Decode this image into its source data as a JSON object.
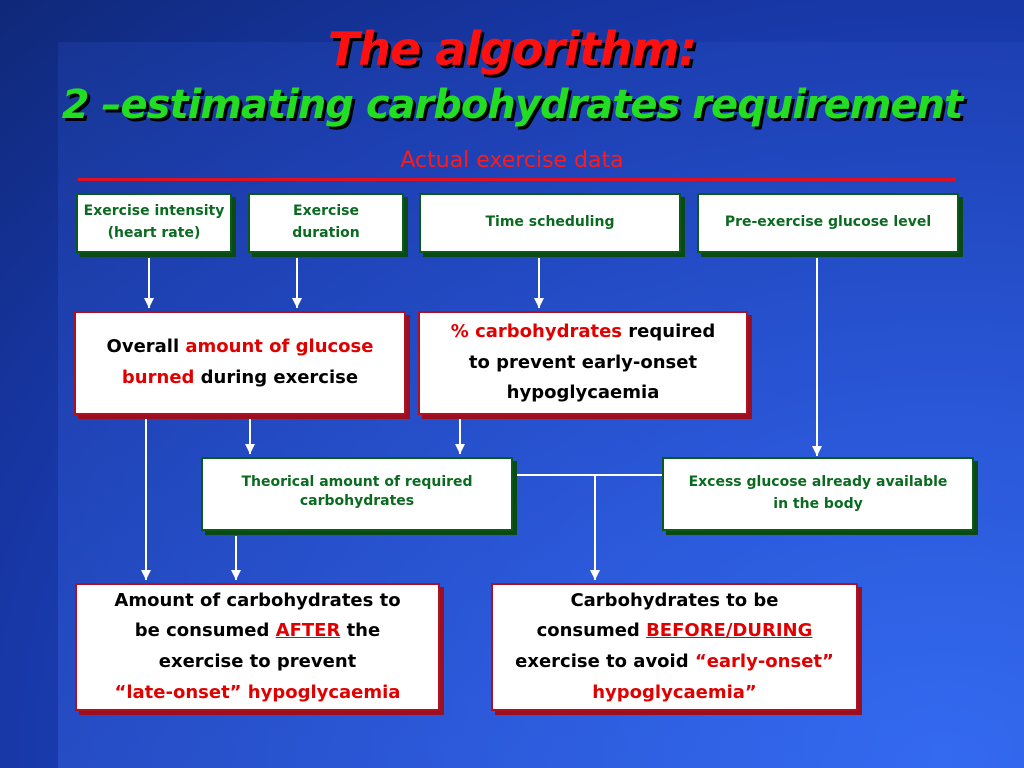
{
  "title": {
    "line1": "The algorithm:",
    "line2": "2 –estimating carbohydrates requirement"
  },
  "subtitle": "Actual exercise data",
  "inputs": {
    "intensity": {
      "line1": "Exercise intensity",
      "line2": "(heart rate)"
    },
    "duration": {
      "line1": "Exercise",
      "line2": "duration"
    },
    "time": "Time scheduling",
    "glucose_level": "Pre-exercise glucose level"
  },
  "overall": {
    "pre": "Overall ",
    "hl1": "amount of glucose",
    "hl2": "burned",
    "post": " during exercise"
  },
  "percent": {
    "hl": "% carbohydrates",
    "post1": " required",
    "line2": "to prevent early-onset",
    "line3": "hypoglycaemia"
  },
  "theoric": {
    "line1": "Theorical amount of required",
    "line2": "carbohydrates"
  },
  "excess": {
    "line1": "Excess glucose already available",
    "line2": "in the body"
  },
  "after": {
    "line1": "Amount of carbohydrates to",
    "pre2": "be consumed ",
    "hl": "AFTER",
    "post2": " the",
    "line3": "exercise to prevent",
    "line4": "“late-onset” hypoglycaemia"
  },
  "before": {
    "line1": "Carbohydrates to be",
    "pre2": "consumed ",
    "hl": "BEFORE/DURING",
    "pre3": "exercise to avoid ",
    "hl3": "“early-onset”",
    "line4": "hypoglycaemia”"
  },
  "colors": {
    "title": "#ff1010",
    "subtitle_green": "#22dd22",
    "highlight": "#e00000",
    "box_green": "#0a6a20",
    "box_red": "#b01020",
    "background": "#1838a8"
  }
}
